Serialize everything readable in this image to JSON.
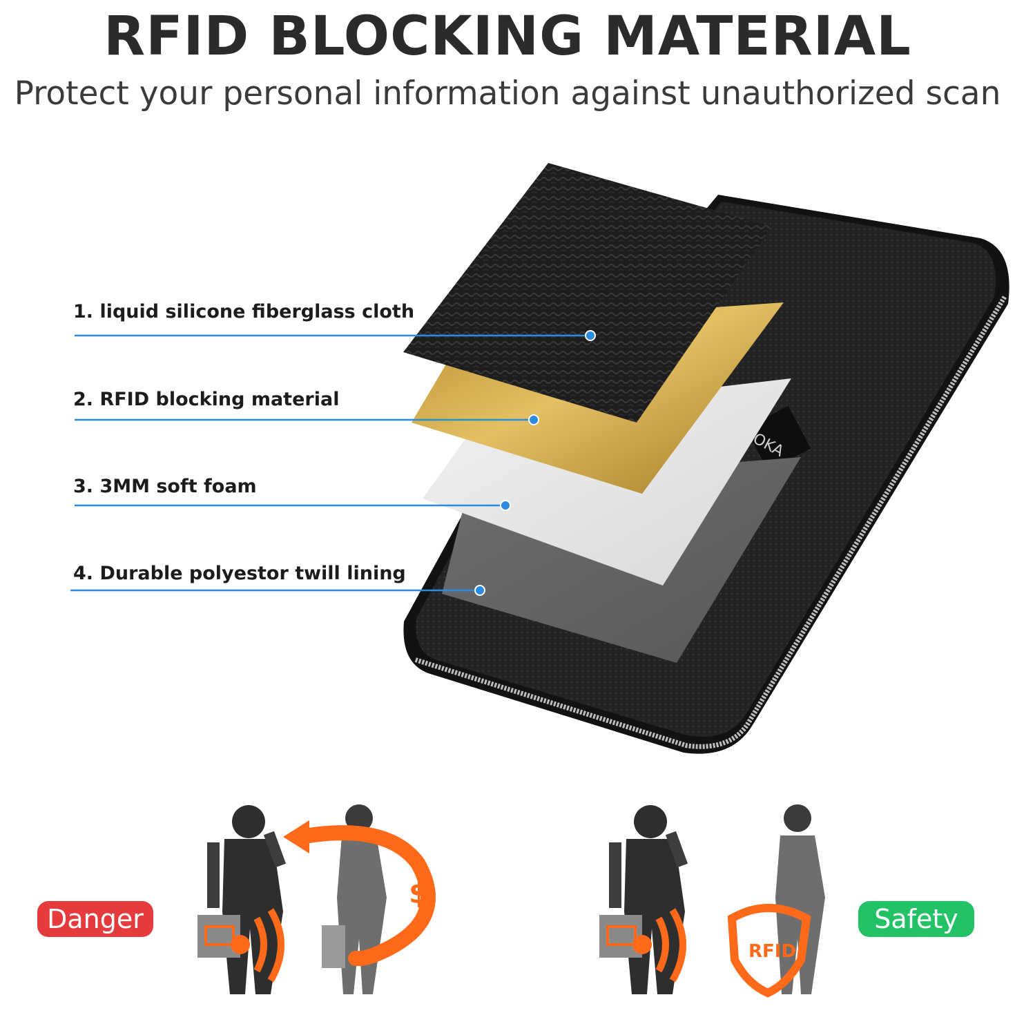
{
  "header": {
    "title": "RFID BLOCKING MATERIAL",
    "subtitle": "Protect your personal information against unauthorized scan"
  },
  "layers": [
    {
      "label": "1. liquid silicone fiberglass cloth"
    },
    {
      "label": "2. RFID blocking material"
    },
    {
      "label": "3. 3MM soft foam"
    },
    {
      "label": "4. Durable polyestor twill lining"
    }
  ],
  "pouch": {
    "brand_text": "OKA"
  },
  "scenes": {
    "danger": {
      "label": "Danger",
      "symbol": "$"
    },
    "safety": {
      "label": "Safety",
      "shield_text": "RFID"
    }
  },
  "colors": {
    "callout_line": "#2b8be0",
    "danger": "#e53b3d",
    "safety": "#23c267",
    "signal": "#ff6a1a",
    "gold": "#c9a23c"
  }
}
